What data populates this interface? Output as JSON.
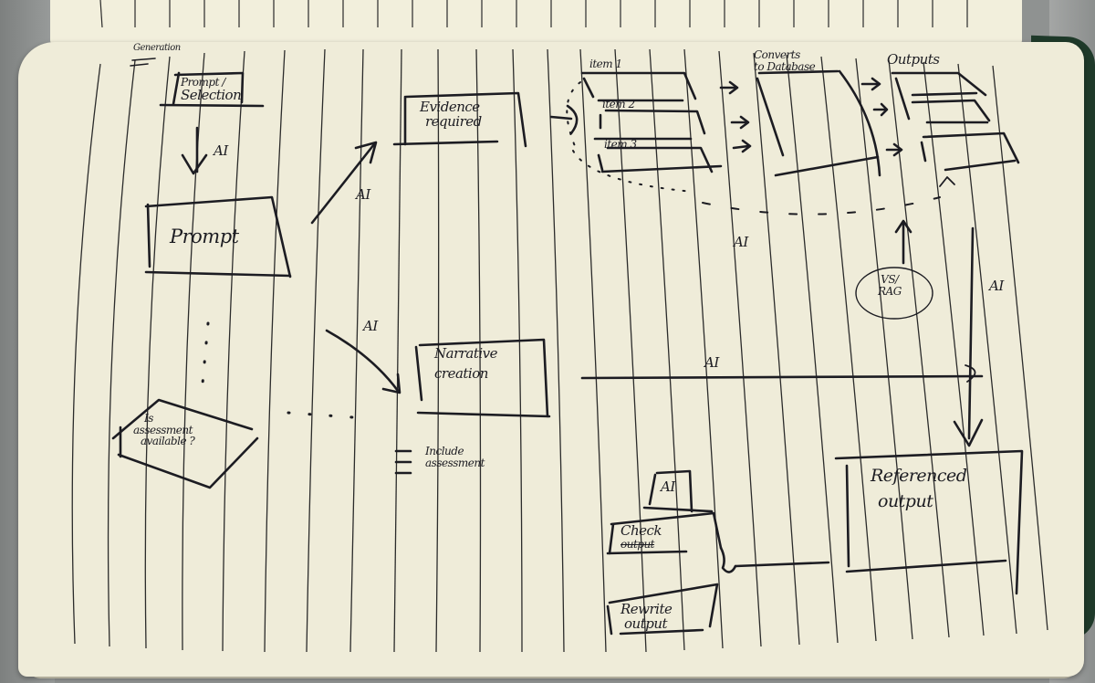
{
  "notebook": {
    "type": "handwritten flowchart sketch on lined notebook page",
    "heading_scribble": "Generation"
  },
  "nodes": {
    "prompt_selection": {
      "label_line1": "Prompt /",
      "label_line2": "Selection",
      "shape": "rectangle"
    },
    "prompt": {
      "label": "Prompt",
      "shape": "rectangle"
    },
    "evidence_required": {
      "label_line1": "Evidence",
      "label_line2": "required",
      "shape": "rectangle"
    },
    "items": [
      {
        "label": "item 1"
      },
      {
        "label": "item 2"
      },
      {
        "label": "item 3"
      }
    ],
    "converts_to_database": {
      "label_line1": "Converts",
      "label_line2": "to Database",
      "shape": "stacked parallelograms"
    },
    "outputs": {
      "label": "Outputs",
      "shape": "stacked parallelograms"
    },
    "narrative_creation": {
      "label_line1": "Narrative",
      "label_line2": "creation",
      "shape": "rectangle"
    },
    "is_assessment_available": {
      "label_line1": "Is",
      "label_line2": "assessment",
      "label_line3": "available ?",
      "shape": "diamond"
    },
    "include_assessment": {
      "label_line1": "Include",
      "label_line2": "assessment",
      "prefix": "="
    },
    "vs_rag": {
      "label_line1": "VS/",
      "label_line2": "RAG",
      "shape": "circle"
    },
    "referenced_output": {
      "label_line1": "Referenced",
      "label_line2": "output",
      "shape": "rectangle"
    },
    "check_output": {
      "label_line1": "Check",
      "label_line2": "output",
      "shape": "rectangle"
    },
    "rewrite_output": {
      "label_line1": "Rewrite",
      "label_line2": "output",
      "shape": "rectangle"
    },
    "ai_box": {
      "label": "AI",
      "shape": "rectangle"
    }
  },
  "edge_labels": {
    "selection_to_prompt": "AI",
    "prompt_to_evidence": "AI",
    "prompt_to_narrative": "AI",
    "database_loop": "AI",
    "outputs_to_referenced": "AI",
    "narrative_to_referenced": "AI"
  },
  "colors": {
    "paper": "#efecd9",
    "ink": "#1c1c22",
    "rule_lines": "#2a2a2a",
    "background": "#8f9291",
    "cover": "#1f3a2a"
  }
}
